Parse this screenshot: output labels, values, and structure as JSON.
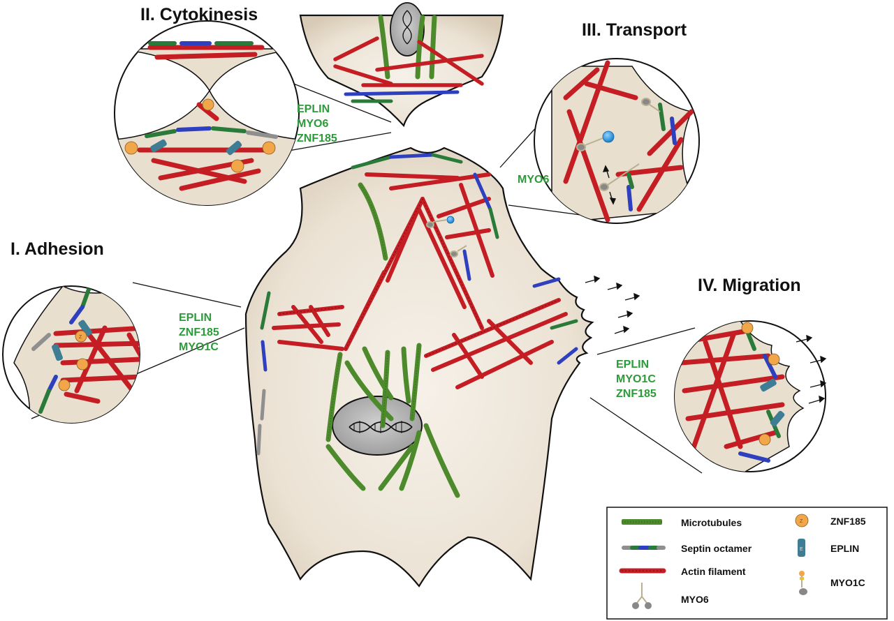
{
  "panels": {
    "adhesion": {
      "title": "I. Adhesion",
      "proteins": [
        "EPLIN",
        "ZNF185",
        "MYO1C"
      ]
    },
    "cytokinesis": {
      "title": "II. Cytokinesis",
      "proteins": [
        "EPLIN",
        "MYO6",
        "ZNF185"
      ]
    },
    "transport": {
      "title": "III. Transport",
      "proteins": [
        "MYO6"
      ]
    },
    "migration": {
      "title": "IV. Migration",
      "proteins": [
        "EPLIN",
        "MYO1C",
        "ZNF185"
      ]
    }
  },
  "legend": {
    "items": [
      {
        "label": "Microtubules",
        "icon": "microtubule-icon"
      },
      {
        "label": "Septin octamer",
        "icon": "septin-octamer-icon"
      },
      {
        "label": "Actin filament",
        "icon": "actin-filament-icon"
      },
      {
        "label": "MYO6",
        "icon": "myo6-icon"
      },
      {
        "label": "ZNF185",
        "icon": "znf185-icon"
      },
      {
        "label": "EPLIN",
        "icon": "eplin-icon"
      },
      {
        "label": "MYO1C",
        "icon": "myo1c-icon"
      }
    ]
  },
  "glyphs": {
    "znf": "Z",
    "eplin": "E"
  },
  "colors": {
    "cytoplasm": "#efe8dd",
    "actin": "#c41e24",
    "microtubule": "#4c8a2c",
    "septin_blue": "#2e3fbf",
    "septin_green": "#2a7a3a",
    "septin_grey": "#8f8f8f",
    "protein_label": "#2d9a3a",
    "eplin": "#3f7d94",
    "znf185": "#f1a64a",
    "vesicle": "#2c9de3",
    "nucleus": "#b9b9b9"
  }
}
